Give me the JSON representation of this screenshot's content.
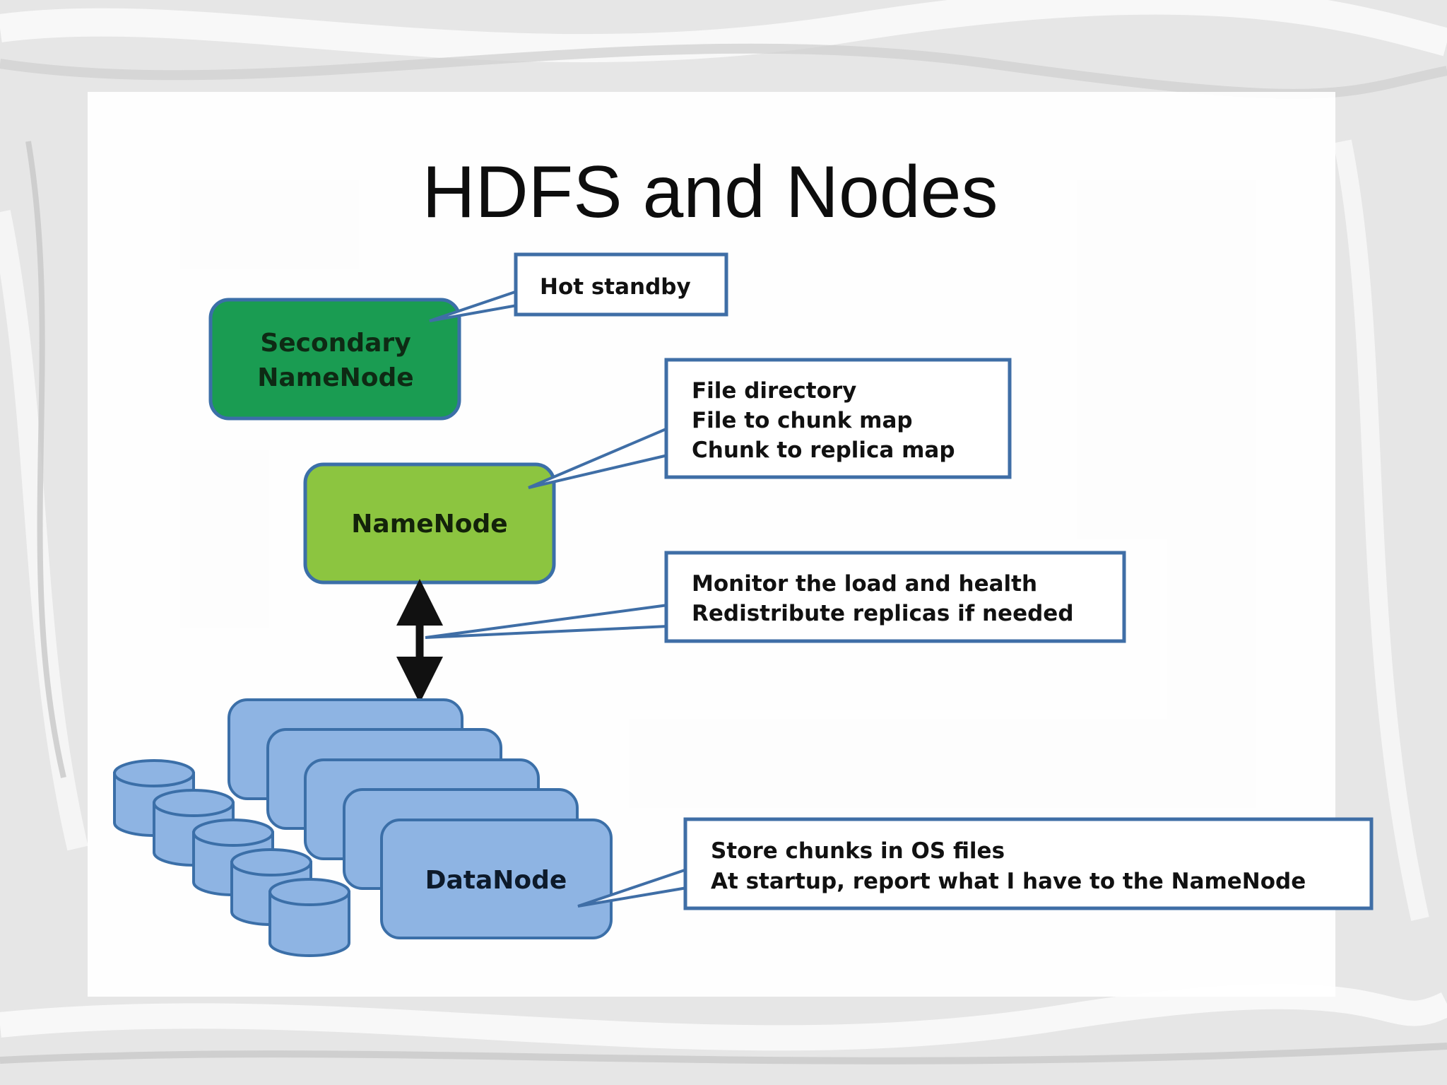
{
  "slide": {
    "title": "HDFS and Nodes"
  },
  "nodes": {
    "secondary": {
      "line1": "Secondary",
      "line2": "NameNode"
    },
    "namenode": {
      "label": "NameNode"
    },
    "datanode": {
      "label": "DataNode"
    }
  },
  "callouts": {
    "hot_standby": {
      "lines": [
        "Hot standby"
      ]
    },
    "namenode_info": {
      "lines": [
        "File directory",
        "File to chunk map",
        "Chunk to replica map"
      ]
    },
    "monitor": {
      "lines": [
        "Monitor the load and health",
        "Redistribute replicas if needed"
      ]
    },
    "datanode_info": {
      "lines": [
        "Store chunks in OS files",
        "At startup, report what I have to the NameNode"
      ]
    }
  },
  "colors": {
    "secondary_fill": "#1a9c52",
    "namenode_fill": "#8cc540",
    "datanode_fill": "#8eb4e3",
    "node_border": "#3b6fa8",
    "callout_border": "#3f6ea6"
  }
}
